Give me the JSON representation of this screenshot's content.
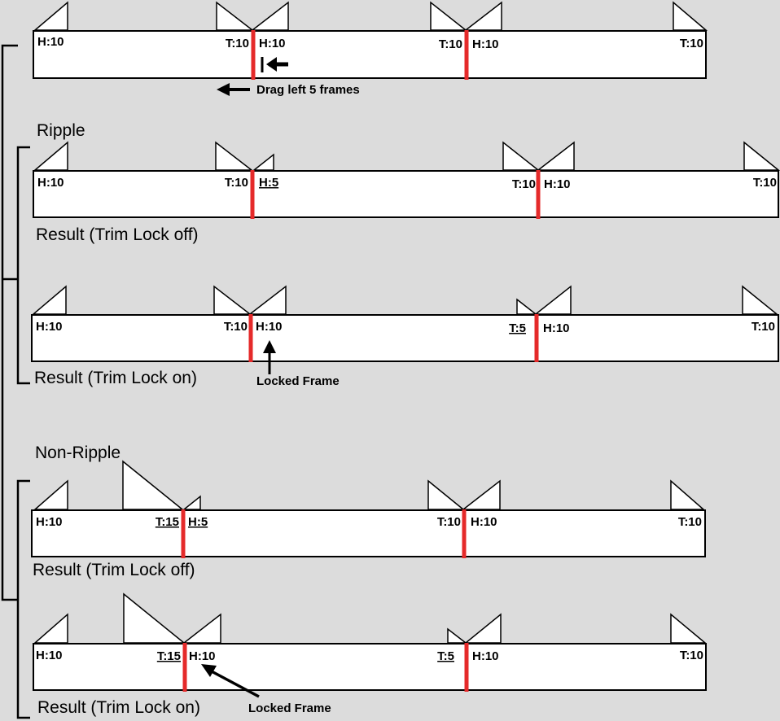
{
  "labels": {
    "ripple": "Ripple",
    "non_ripple": "Non-Ripple",
    "result_off": "Result (Trim Lock off)",
    "result_on": "Result (Trim Lock on)",
    "drag_hint": "Drag left 5 frames",
    "locked_frame": "Locked Frame"
  },
  "rows": [
    {
      "id": "original",
      "clips": [
        {
          "head": "H:10"
        },
        {
          "tail": "T:10",
          "head": "H:10"
        },
        {
          "tail": "T:10",
          "head": "H:10"
        },
        {
          "tail": "T:10"
        }
      ]
    },
    {
      "id": "ripple-lock-off",
      "clips": [
        {
          "head": "H:10"
        },
        {
          "tail": "T:10",
          "head": "H:5"
        },
        {
          "tail": "T:10",
          "head": "H:10"
        },
        {
          "tail": "T:10"
        }
      ]
    },
    {
      "id": "ripple-lock-on",
      "clips": [
        {
          "head": "H:10"
        },
        {
          "tail": "T:10",
          "head": "H:10"
        },
        {
          "tail": "T:5",
          "head": "H:10"
        },
        {
          "tail": "T:10"
        }
      ]
    },
    {
      "id": "nonripple-lock-off",
      "clips": [
        {
          "head": "H:10"
        },
        {
          "tail": "T:15",
          "head": "H:5"
        },
        {
          "tail": "T:10",
          "head": "H:10"
        },
        {
          "tail": "T:10"
        }
      ]
    },
    {
      "id": "nonripple-lock-on",
      "clips": [
        {
          "head": "H:10"
        },
        {
          "tail": "T:15",
          "head": "H:10"
        },
        {
          "tail": "T:5",
          "head": "H:10"
        },
        {
          "tail": "T:10"
        }
      ]
    }
  ]
}
